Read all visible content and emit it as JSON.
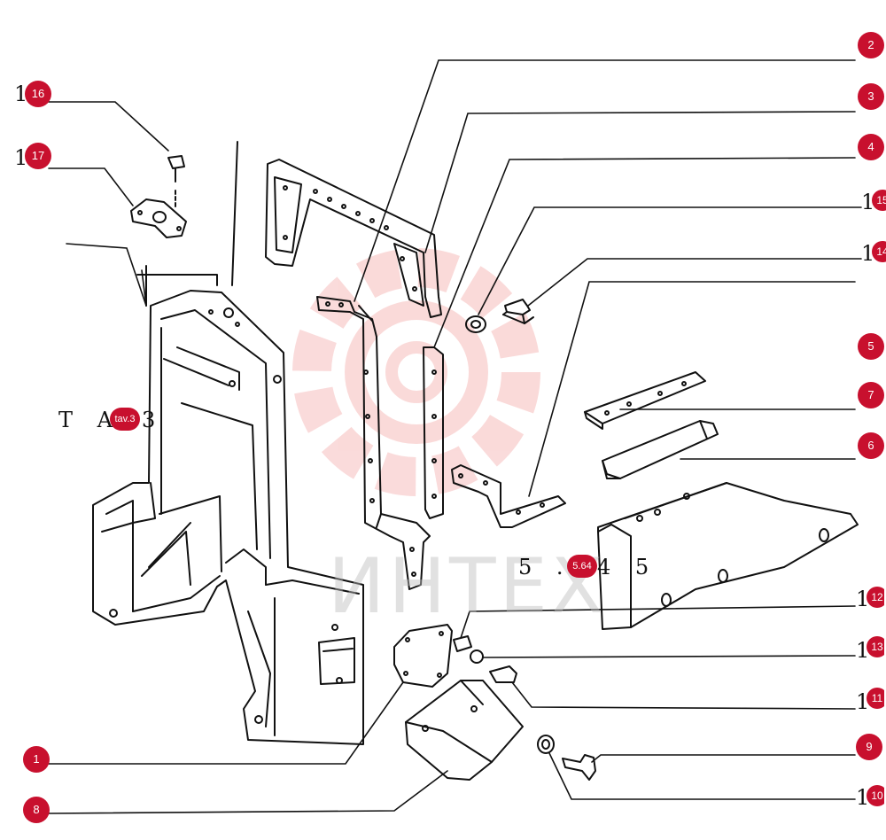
{
  "callouts": {
    "c1": "1",
    "c2": "2",
    "c3": "3",
    "c4": "4",
    "c5": "5",
    "c6": "6",
    "c7": "7",
    "c8": "8",
    "c9": "9",
    "c10": "10",
    "c11": "11",
    "c12": "12",
    "c13": "13",
    "c14": "14",
    "c15": "15",
    "c16": "16",
    "c17": "17"
  },
  "callout_prefix": "1",
  "references": {
    "left_prefix": "T A",
    "left_badge": "tav.3",
    "left_suffix": "3",
    "right_prefix": "5 .",
    "right_badge": "5.64",
    "right_suffix": "4 5"
  },
  "watermark": {
    "text": "ИНТЕХ"
  },
  "colors": {
    "callout": "#c8102e",
    "line": "#111111",
    "watermark": "#e53935"
  }
}
